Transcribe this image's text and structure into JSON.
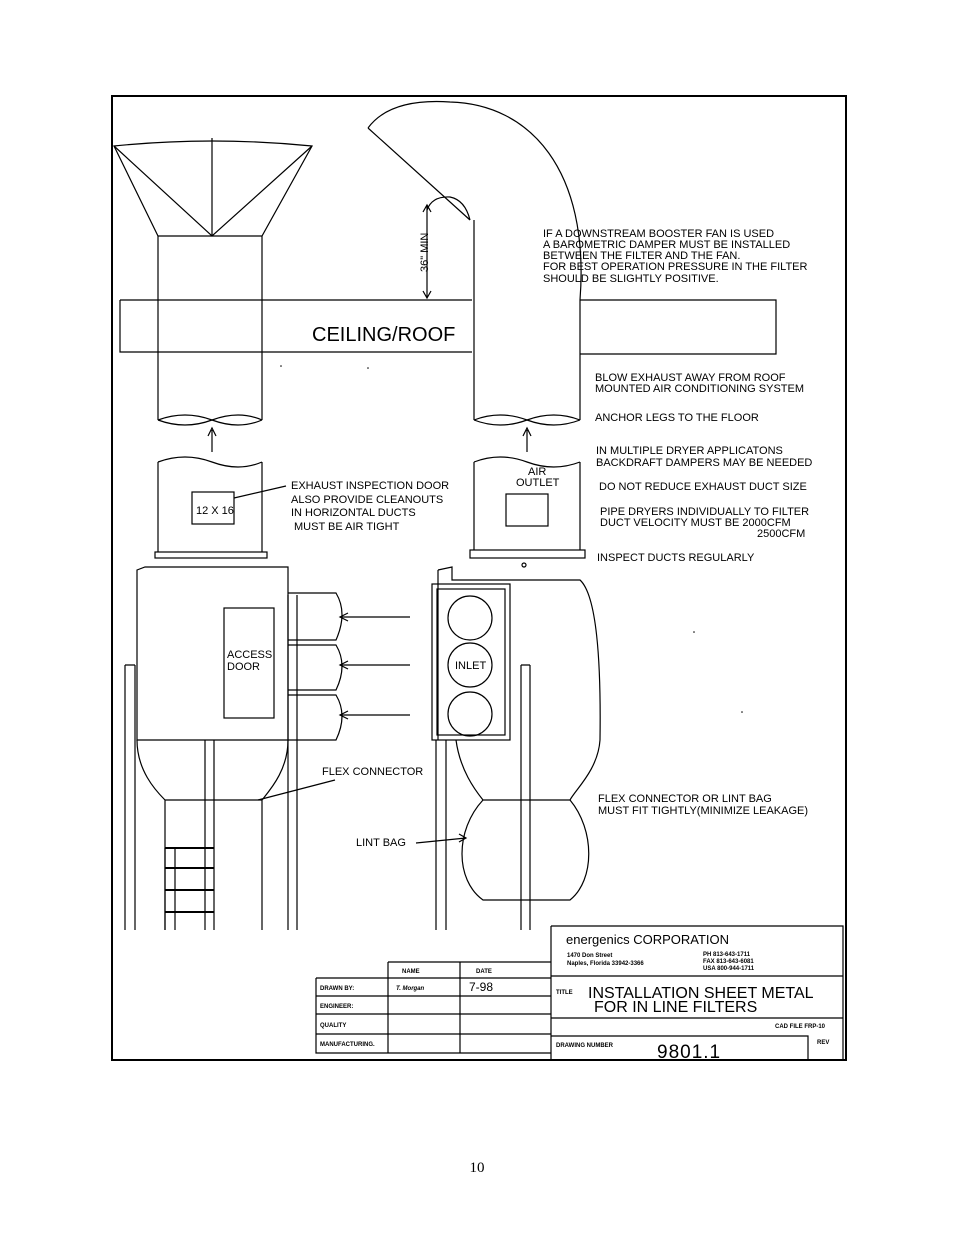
{
  "drawing": {
    "ceiling_label": "CEILING/ROOF",
    "min_clearance": "36\" MIN",
    "air_outlet": [
      "AIR",
      "OUTLET"
    ],
    "inspection_door_size": "12 X 16",
    "access_door": [
      "ACCESS",
      "DOOR"
    ],
    "inlet": "INLET",
    "flex_connector": "FLEX CONNECTOR",
    "lint_bag": "LINT BAG"
  },
  "notes": {
    "booster_fan": [
      "IF A DOWNSTREAM BOOSTER FAN IS USED",
      "A BAROMETRIC DAMPER MUST BE INSTALLED",
      "BETWEEN THE FILTER AND THE FAN.",
      "FOR BEST OPERATION PRESSURE IN THE FILTER",
      "SHOULD BE SLIGHTLY POSITIVE."
    ],
    "blow_exhaust": [
      "BLOW EXHAUST AWAY FROM ROOF",
      "MOUNTED AIR CONDITIONING SYSTEM"
    ],
    "anchor": "ANCHOR LEGS TO THE FLOOR",
    "multiple_dryer": [
      "IN MULTIPLE DRYER APPLICATONS",
      "BACKDRAFT DAMPERS MAY BE NEEDED"
    ],
    "do_not_reduce": "DO NOT REDUCE EXHAUST DUCT SIZE",
    "pipe_dryers": [
      "PIPE DRYERS INDIVIDUALLY TO FILTER",
      "DUCT VELOCITY MUST BE 2000CFM",
      "2500CFM"
    ],
    "inspect": "INSPECT DUCTS REGULARLY",
    "exhaust_door": [
      "EXHAUST INSPECTION DOOR",
      "ALSO PROVIDE CLEANOUTS",
      "IN HORIZONTAL DUCTS",
      "MUST BE AIR TIGHT"
    ],
    "flex_lint": [
      "FLEX CONNECTOR OR LINT BAG",
      "MUST FIT TIGHTLY(MINIMIZE LEAKAGE)"
    ]
  },
  "title_block": {
    "company": "energenics CORPORATION",
    "address": [
      "1470 Don Street",
      "Naples, Florida 33942-3366"
    ],
    "phone": [
      "PH 813-643-1711",
      "FAX 813-643-6081",
      "USA 800-944-1711"
    ],
    "col_name": "NAME",
    "col_date": "DATE",
    "rows": [
      {
        "label": "DRAWN BY:",
        "name": "T. Morgan",
        "date": "7-98"
      },
      {
        "label": "ENGINEER:",
        "name": "",
        "date": ""
      },
      {
        "label": "QUALITY",
        "name": "",
        "date": ""
      },
      {
        "label": "MANUFACTURING.",
        "name": "",
        "date": ""
      }
    ],
    "title_label": "TITLE",
    "title_line1": "INSTALLATION SHEET METAL",
    "title_line2": "FOR IN LINE FILTERS",
    "cad_file": "CAD FILE FRP-10",
    "drawing_number_label": "DRAWING NUMBER",
    "drawing_number": "9801.1",
    "rev_label": "REV"
  },
  "page_number": "10"
}
